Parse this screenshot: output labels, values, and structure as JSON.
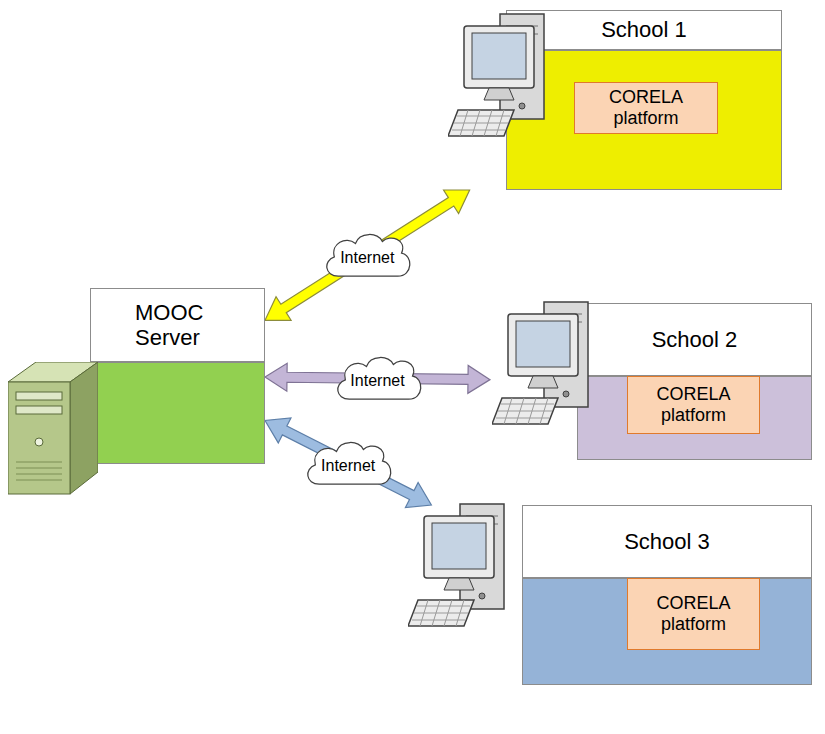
{
  "diagram": {
    "nodes": [
      {
        "text": [
          "School 1"
        ]
      },
      {
        "text": [
          "CORELA platform"
        ],
        "in": 0
      },
      {
        "text": [
          "MOOC Server"
        ]
      },
      {
        "text": [
          "School 2"
        ]
      },
      {
        "text": [
          "CORELA platform"
        ],
        "in": 3
      },
      {
        "text": [
          "School 3"
        ]
      },
      {
        "text": [
          "CORELA platform"
        ],
        "in": 5
      }
    ],
    "edges": [
      {
        "from": 2,
        "to": 0,
        "label": "Internet",
        "arrow": "both"
      },
      {
        "from": 2,
        "to": 3,
        "label": "Internet",
        "arrow": "both"
      },
      {
        "from": 2,
        "to": 5,
        "label": "Internet",
        "arrow": "both"
      }
    ]
  }
}
